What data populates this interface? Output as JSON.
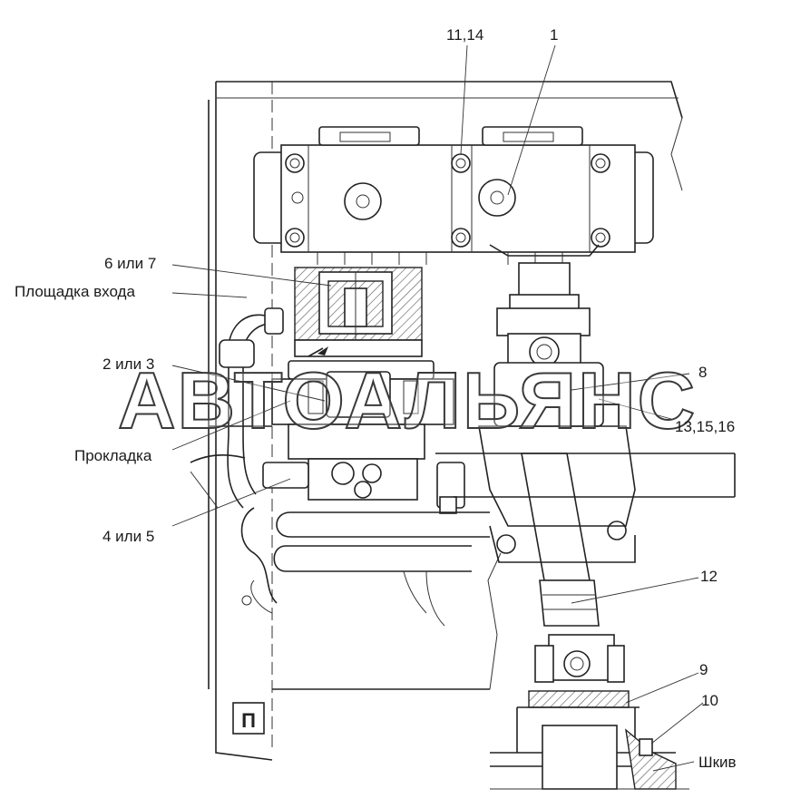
{
  "callouts": {
    "c_11_14": "11,14",
    "c_1": "1",
    "c_6_7": "6 или 7",
    "c_platform": "Площадка входа",
    "c_2_3": "2 или 3",
    "c_8": "8",
    "c_13_15_16": "13,15,16",
    "c_gasket": "Прокладка",
    "c_4_5": "4 или 5",
    "c_12": "12",
    "c_9": "9",
    "c_10": "10",
    "c_pulley": "Шкив"
  },
  "watermark": "АВТОАЛЬЯНС",
  "stamp": "П"
}
